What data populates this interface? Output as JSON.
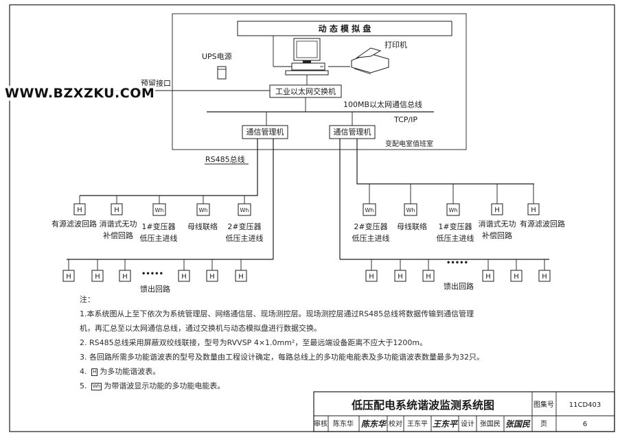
{
  "top": {
    "panel": "动 态 模 拟 盘",
    "ups": "UPS电源",
    "printer": "打印机",
    "reserved_port": "预留接口",
    "switch": "工业以太网交换机",
    "bus": "100MB以太网通信总线",
    "tcpip": "TCP/IP",
    "mgr_left": "通信管理机",
    "mgr_right": "通信管理机",
    "room": "变配电室值班室",
    "rs485": "RS485总线"
  },
  "meter_symbols": {
    "h": "H",
    "wh": "Wh"
  },
  "left_row": [
    {
      "label": "有源滤波回路",
      "sym": "H"
    },
    {
      "label": "消谐式无功补偿回路",
      "sym": "H"
    },
    {
      "label": "1#变压器低压主进线",
      "sym": "Wh"
    },
    {
      "label": "母线联络",
      "sym": "Wh"
    },
    {
      "label": "2#变压器低压主进线",
      "sym": "Wh"
    }
  ],
  "right_row": [
    {
      "label": "2#变压器低压主进线",
      "sym": "Wh"
    },
    {
      "label": "母线联络",
      "sym": "Wh"
    },
    {
      "label": "1#变压器低压主进线",
      "sym": "Wh"
    },
    {
      "label": "消谐式无功补偿回路",
      "sym": "H"
    },
    {
      "label": "有源滤波回路",
      "sym": "H"
    }
  ],
  "feeder_label": "馈出回路",
  "ellipsis": "•••••",
  "notes": {
    "title": "注：",
    "n1a": "1.本系统图从上至下依次为系统管理层、网络通信层、现场测控层。现场测控层通过RS485总线将数据传输到通信管理",
    "n1b": "机，再汇总至以太网通信总线，通过交换机与动态模拟盘进行数据交换。",
    "n2": "2.  RS485总线采用屏蔽双绞线联接，型号为RVVSP  4×1.0mm²，至最远端设备距离不应大于1200m。",
    "n3": "3.  各回路所需多功能谐波表的型号及数量由工程设计确定，每路总线上的多功能电能表及多功能谐波表数量最多为32只。",
    "n4_pre": "4.",
    "n4_sym": "H",
    "n4_text": "为多功能谐波表。",
    "n5_pre": "5.",
    "n5_sym": "Wh",
    "n5_text": "为带谐波显示功能的多功能电能表。"
  },
  "title_block": {
    "title": "低压配电系统谐波监测系统图",
    "atlas_label": "图集号",
    "atlas_no": "11CD403",
    "review_label": "审核",
    "reviewer": "陈东华",
    "check_label": "校对",
    "checker": "王东平",
    "design_label": "设计",
    "designer": "张国民",
    "page_label": "页",
    "page_no": "6",
    "sig1": "陈东华",
    "sig2": "王东平",
    "sig3": "张国民"
  },
  "watermark": "WWW.BZXZKU.COM"
}
